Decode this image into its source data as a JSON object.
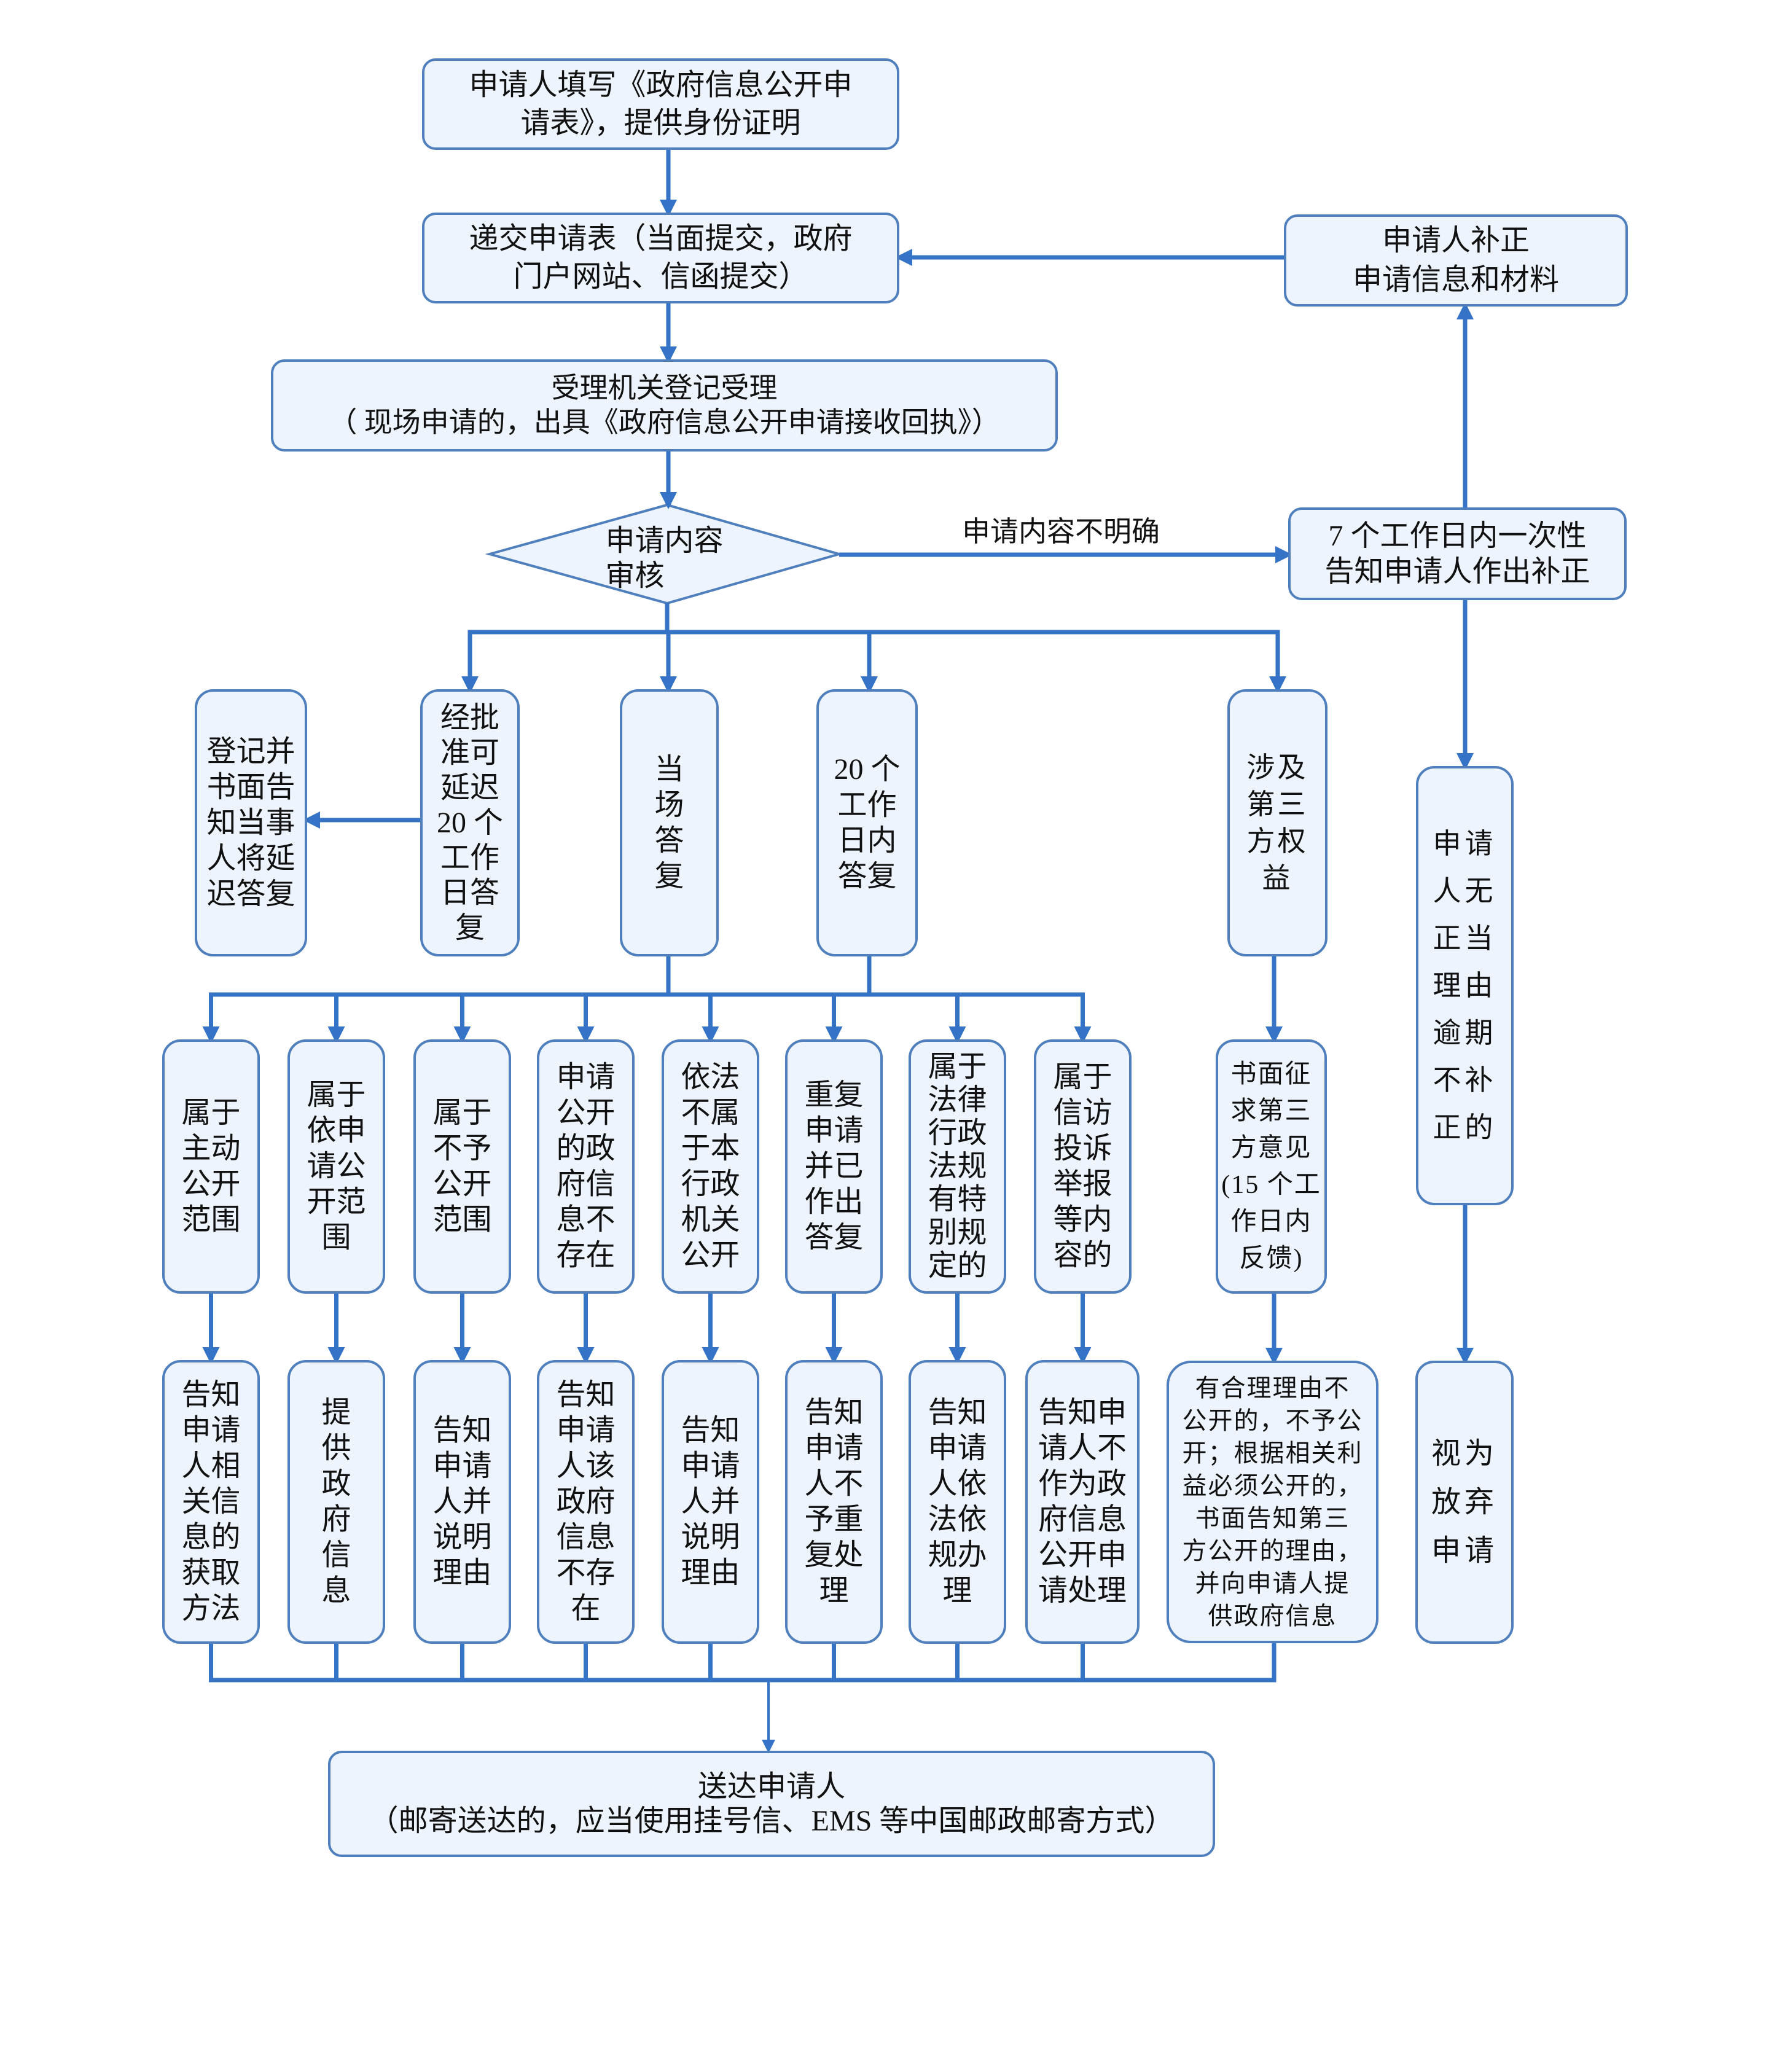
{
  "colors": {
    "line": "#3473C5",
    "box_border": "#4F7FBC",
    "box_fill": "#EDF4FD",
    "text": "#111111"
  },
  "nodes": {
    "fill_form": "申请人填写《政府信息公开申\n请表》，提供身份证明",
    "submit_form": "递交申请表（当面提交，政府\n门户网站、信函提交）",
    "register": "受理机关登记受理\n（ 现场申请的，出具《政府信息公开申请接收回执》）",
    "review": "申请内容\n审核",
    "notify_correction": "7 个工作日内一次性\n告知申请人作出补正",
    "applicant_correction": "申请人补正\n申请信息和材料",
    "delay_notice": "登记并\n书面告\n知当事\n人将延\n迟答复",
    "approved_delay": "经批\n准可\n延迟\n20 个\n工作\n日答\n复",
    "immediate_reply": "当\n场\n答\n复",
    "reply_20_days": "20 个\n工作\n日内\n答复",
    "third_party": "涉及\n第三\n方权\n益",
    "no_correction": "申请\n人无\n正当\n理由\n逾期\n不补\n正的",
    "categories": [
      "属于\n主动\n公开\n范围",
      "属于\n依申\n请公\n开范\n围",
      "属于\n不予\n公开\n范围",
      "申请\n公开\n的政\n府信\n息不\n存在",
      "依法\n不属\n于本\n行政\n机关\n公开",
      "重复\n申请\n并已\n作出\n答复",
      "属于\n法律\n行政\n法规\n有特\n别规\n定的",
      "属于\n信访\n投诉\n举报\n等内\n容的"
    ],
    "third_party_consult": "书面征\n求第三\n方意见\n(15 个工\n作日内\n反馈)",
    "responses": [
      "告知\n申请\n人相\n关信\n息的\n获取\n方法",
      "提\n供\n政\n府\n信\n息",
      "告知\n申请\n人并\n说明\n理由",
      "告知\n申请\n人该\n政府\n信息\n不存\n在",
      "告知\n申请\n人并\n说明\n理由",
      "告知\n申请\n人不\n予重\n复处\n理",
      "告知\n申请\n人依\n法依\n规办\n理",
      "告知申\n请人不\n作为政\n府信息\n公开申\n请处理"
    ],
    "third_party_result": "有合理理由不\n公开的，不予公\n开；根据相关利\n益必须公开的，\n书面告知第三\n方公开的理由，\n并向申请人提\n供政府信息",
    "abandon": "视为\n放弃\n申请",
    "deliver": "送达申请人\n（邮寄送达的，应当使用挂号信、EMS 等中国邮政邮寄方式）"
  },
  "edge_labels": {
    "unclear": "申请内容不明确"
  }
}
